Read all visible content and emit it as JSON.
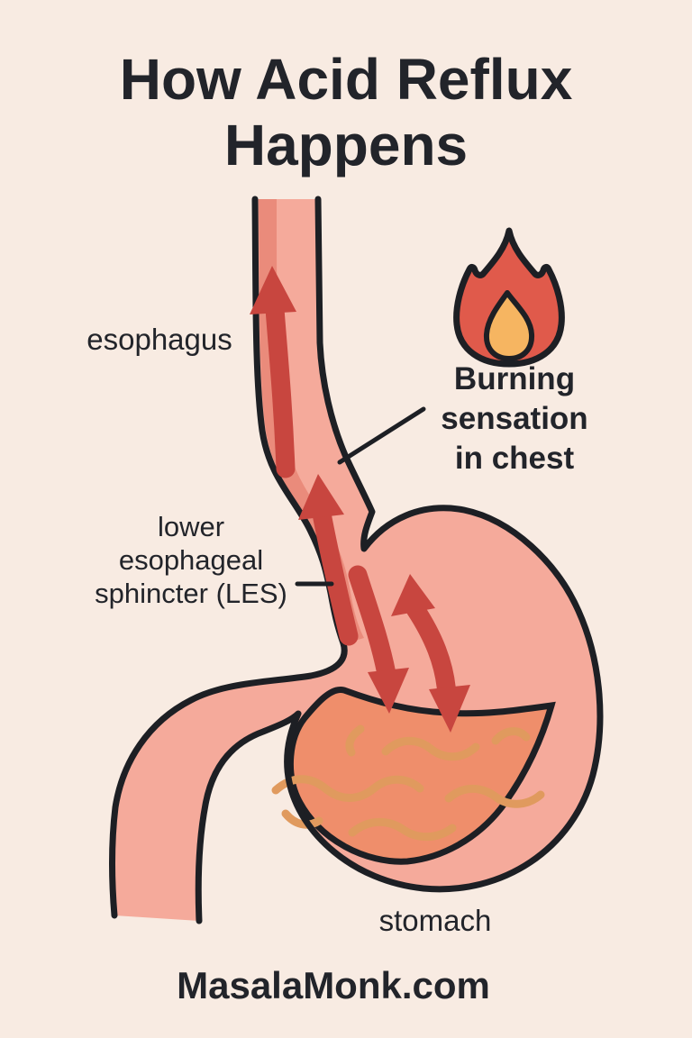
{
  "title": {
    "line1": "How Acid Reflux",
    "line2": "Happens"
  },
  "labels": {
    "esophagus": "esophagus",
    "les": {
      "line1": "lower",
      "line2": "esophageal",
      "line3": "sphincter (LES)"
    },
    "burning": {
      "line1": "Burning",
      "line2": "sensation",
      "line3": "in chest"
    },
    "stomach": "stomach"
  },
  "footer": {
    "site": "MasalaMonk.com"
  },
  "icons": {
    "flame": "flame-icon"
  },
  "colors": {
    "background": "#f8ebe2",
    "outline": "#1d1f24",
    "text": "#22242a",
    "organ_pink": "#f5aa9b",
    "organ_shade": "#ea8b7b",
    "acid_orange": "#ef8e6b",
    "acid_wave": "#e09a5e",
    "reflux_arrow_red": "#c8463f",
    "flame_red": "#e05a4b",
    "flame_yellow": "#f6b561"
  }
}
